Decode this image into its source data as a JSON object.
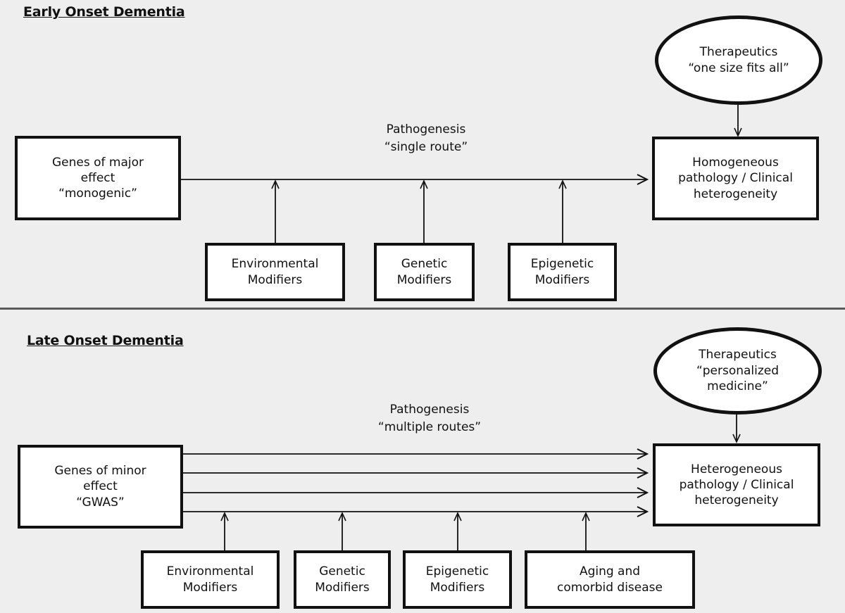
{
  "figure": {
    "background_color": "#eeeeee",
    "line_color": "#111111",
    "divider_color": "#5a5a5a"
  },
  "panels": [
    {
      "id": "early-onset",
      "title": "Early Onset Dementia",
      "source_node": {
        "id": "genes-major-effect",
        "text": "Genes of major\neffect\n“monogenic”"
      },
      "pathway_label": "Pathogenesis\n“single route”",
      "therapeutics_node": {
        "id": "therapeutics-one-size",
        "text": "Therapeutics\n“one size fits all”"
      },
      "outcome_node": {
        "id": "homogeneous-pathology",
        "text": "Homogeneous\npathology /  Clinical\nheterogeneity"
      },
      "modifiers": [
        {
          "id": "environmental-modifiers",
          "text": "Environmental\nModifiers"
        },
        {
          "id": "genetic-modifiers",
          "text": "Genetic\nModifiers"
        },
        {
          "id": "epigenetic-modifiers",
          "text": "Epigenetic\nModifiers"
        }
      ],
      "route_count": 1
    },
    {
      "id": "late-onset",
      "title": "Late Onset Dementia",
      "source_node": {
        "id": "genes-minor-effect",
        "text": "Genes of minor\neffect\n“GWAS”"
      },
      "pathway_label": "Pathogenesis\n“multiple routes”",
      "therapeutics_node": {
        "id": "therapeutics-personalized",
        "text": "Therapeutics\n“personalized\nmedicine”"
      },
      "outcome_node": {
        "id": "heterogeneous-pathology",
        "text": "Heterogeneous\npathology / Clinical\nheterogeneity"
      },
      "modifiers": [
        {
          "id": "environmental-modifiers",
          "text": "Environmental\nModifiers"
        },
        {
          "id": "genetic-modifiers",
          "text": "Genetic\nModifiers"
        },
        {
          "id": "epigenetic-modifiers",
          "text": "Epigenetic\nModifiers"
        },
        {
          "id": "aging-comorbid",
          "text": "Aging and\ncomorbid disease"
        }
      ],
      "route_count": 4
    }
  ]
}
